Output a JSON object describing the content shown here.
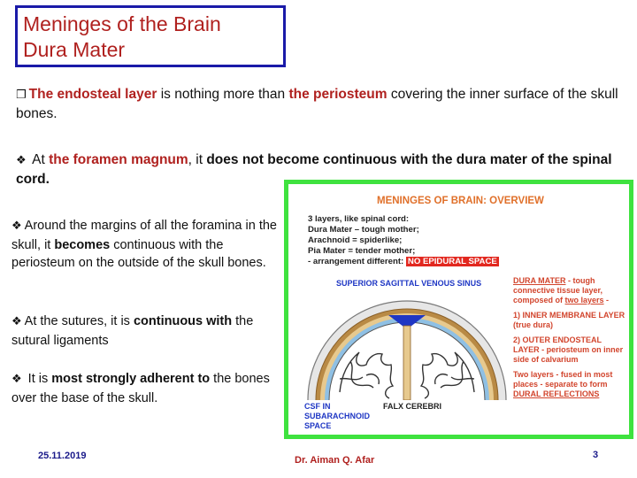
{
  "title": {
    "line1": "Meninges of the Brain",
    "line2": "Dura Mater"
  },
  "bullets": {
    "b1": {
      "marker": "q",
      "part1": "The endosteal layer",
      "part2": " is nothing more than ",
      "part3": "the periosteum",
      "part4": " covering the inner surface of the skull bones."
    },
    "b2": {
      "marker": "v",
      "part1": " At ",
      "part2": "the foramen magnum",
      "part3": ", it ",
      "part4": "does not become continuous with the dura mater of the spinal cord."
    },
    "b3": {
      "marker": "v",
      "part1": "Around the margins of all the foramina in the skull, it ",
      "part2": "becomes",
      "part3": " continuous with the periosteum on the outside of the skull bones."
    },
    "b4": {
      "marker": "v",
      "part1": "At the sutures, it is ",
      "part2": "continuous with",
      "part3": " the sutural ligaments"
    },
    "b5": {
      "marker": "v",
      "part1": " It is ",
      "part2": "most strongly adherent to",
      "part3": " the bones over the base of the skull."
    }
  },
  "figure": {
    "title": "MENINGES OF BRAIN:  OVERVIEW",
    "left_lines": [
      "3 layers, like spinal cord:",
      "Dura Mater – tough mother;",
      "Arachnoid = spiderlike;",
      "Pia Mater = tender mother;",
      "- arrangement different:"
    ],
    "no_epidural": "NO EPIDURAL SPACE",
    "sss_label": "SUPERIOR SAGITTAL VENOUS SINUS",
    "right": {
      "dura_head": "DURA MATER",
      "dura_rest": " - tough connective tissue layer, composed of ",
      "two_layers": "two layers",
      "dura_end": " -",
      "inner": "1) INNER MEMBRANE LAYER (true dura)",
      "outer": "2) OUTER ENDOSTEAL LAYER - periosteum on inner side of calvarium",
      "two_fused": "Two layers - fused in most places - separate to form ",
      "dural_reflections": "DURAL REFLECTIONS"
    },
    "csf_lines": [
      "CSF IN",
      "SUBARACHNOID",
      "SPACE"
    ],
    "falx": "FALX CEREBRI"
  },
  "footer": {
    "date": "25.11.2019",
    "author": "Dr. Aiman Q. Afar",
    "page": "3"
  },
  "colors": {
    "title_red": "#b0211f",
    "title_border": "#1a1aa8",
    "figure_border": "#3fe23f",
    "figure_accent": "#e0702a"
  }
}
